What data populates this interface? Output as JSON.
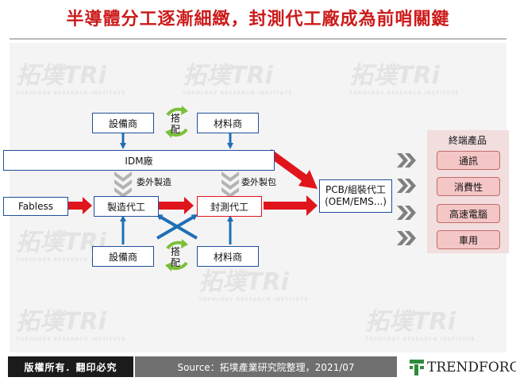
{
  "title": "半導體分工逐漸細緻，封測代工廠成為前哨關鍵",
  "watermark": {
    "brand": "拓墣TRi",
    "sub": "TOPOLOGY RESEARCH INSTITUTE"
  },
  "diagram": {
    "supplier_top_left": "設備商",
    "supplier_top_right": "材料商",
    "supplier_bottom_left": "設備商",
    "supplier_bottom_right": "材料商",
    "pair_label_top": "搭配",
    "pair_label_bottom": "搭配",
    "idm": "IDM廠",
    "outsource_left": "委外製造",
    "outsource_right": "委外製包",
    "fabless": "Fabless",
    "foundry": "製造代工",
    "osat": "封測代工",
    "pcb_line1": "PCB/組裝代工",
    "pcb_line2": "(OEM/EMS...)",
    "end_title": "終端產品",
    "end_products": [
      "通訊",
      "消費性",
      "高速電腦",
      "車用"
    ]
  },
  "footer": {
    "copyright": "版權所有．翻印必究",
    "source": "Source：拓墣產業研究院整理，2021/07",
    "logo_text": "TRENDFORCE"
  },
  "colors": {
    "title": "#cc1a1a",
    "arrow_red": "#e0151c",
    "arrow_blue": "#1f6fb5",
    "box_border": "#1f4e9a",
    "recycle_green": "#7bbf3a"
  }
}
